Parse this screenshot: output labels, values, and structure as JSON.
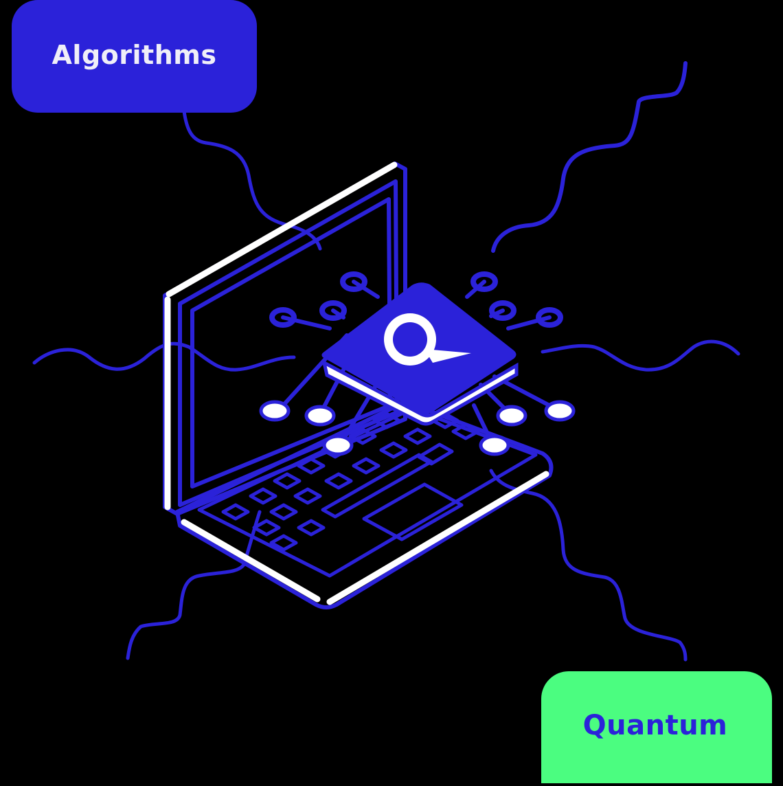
{
  "labels": {
    "top_left": "Algorithms",
    "bottom_right": "Quantum"
  },
  "illustration": {
    "subject": "isometric laptop with quantum chip",
    "chip_logo": "Q"
  },
  "icons": [
    "laptop-icon",
    "chip-icon",
    "q-logo-icon",
    "wave-line-icon",
    "node-icon"
  ],
  "colors": {
    "background": "#000000",
    "primary_blue": "#2b22d9",
    "accent_green": "#4bfd80",
    "white": "#ffffff"
  }
}
